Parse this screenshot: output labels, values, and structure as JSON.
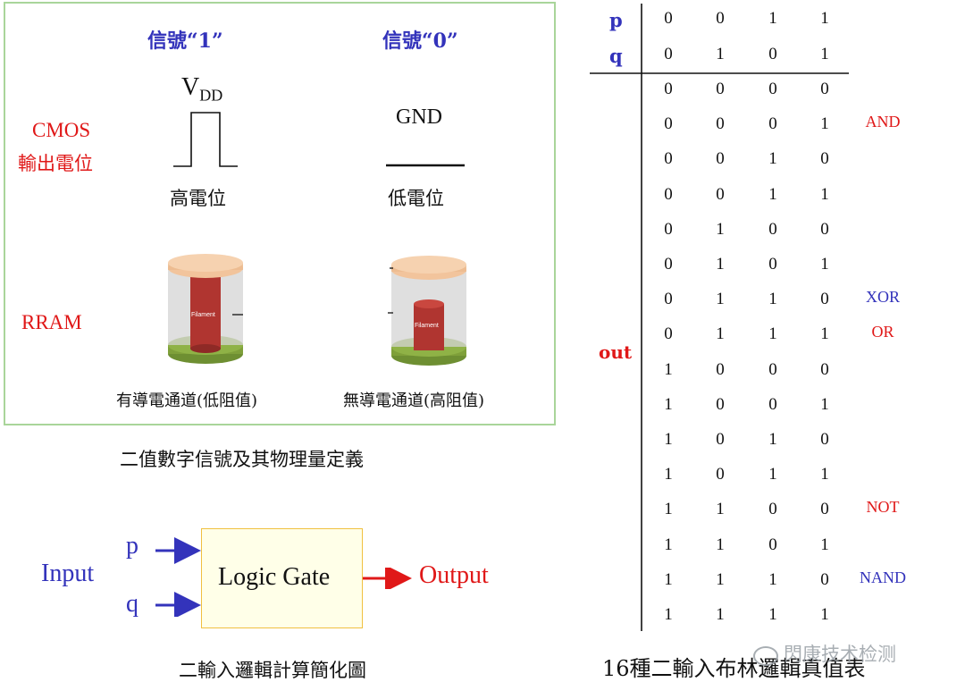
{
  "definition_panel": {
    "signal_high": "信號“1”",
    "signal_low": "信號“0”",
    "vdd": "V",
    "vdd_sub": "DD",
    "gnd": "GND",
    "cmos_line1": "CMOS",
    "cmos_line2": "輸出電位",
    "high_level": "高電位",
    "low_level": "低電位",
    "rram": "RRAM",
    "filament": "Filament",
    "rram_on": "有導電通道(低阻值)",
    "rram_off": "無導電通道(高阻值)",
    "colors": {
      "cap_top": "#f2c49c",
      "filament": "#b03530",
      "base": "#6e8f32",
      "border": "#a9d59a"
    }
  },
  "caption_definition": "二值數字信號及其物理量定義",
  "gate_diagram": {
    "input": "Input",
    "p": "p",
    "q": "q",
    "gate": "Logic Gate",
    "output": "Output"
  },
  "caption_gate": "二輸入邏輯計算簡化圖",
  "truth_table": {
    "p_label": "p",
    "q_label": "q",
    "out_label": "out",
    "p_values": [
      "0",
      "0",
      "1",
      "1"
    ],
    "q_values": [
      "0",
      "1",
      "0",
      "1"
    ],
    "rows": [
      {
        "bits": [
          "0",
          "0",
          "0",
          "0"
        ],
        "gate": ""
      },
      {
        "bits": [
          "0",
          "0",
          "0",
          "1"
        ],
        "gate": "AND",
        "gate_color": "red"
      },
      {
        "bits": [
          "0",
          "0",
          "1",
          "0"
        ],
        "gate": ""
      },
      {
        "bits": [
          "0",
          "0",
          "1",
          "1"
        ],
        "gate": ""
      },
      {
        "bits": [
          "0",
          "1",
          "0",
          "0"
        ],
        "gate": ""
      },
      {
        "bits": [
          "0",
          "1",
          "0",
          "1"
        ],
        "gate": ""
      },
      {
        "bits": [
          "0",
          "1",
          "1",
          "0"
        ],
        "gate": "XOR",
        "gate_color": "blue"
      },
      {
        "bits": [
          "0",
          "1",
          "1",
          "1"
        ],
        "gate": "OR",
        "gate_color": "red"
      },
      {
        "bits": [
          "1",
          "0",
          "0",
          "0"
        ],
        "gate": ""
      },
      {
        "bits": [
          "1",
          "0",
          "0",
          "1"
        ],
        "gate": ""
      },
      {
        "bits": [
          "1",
          "0",
          "1",
          "0"
        ],
        "gate": ""
      },
      {
        "bits": [
          "1",
          "0",
          "1",
          "1"
        ],
        "gate": ""
      },
      {
        "bits": [
          "1",
          "1",
          "0",
          "0"
        ],
        "gate": "NOT",
        "gate_color": "red"
      },
      {
        "bits": [
          "1",
          "1",
          "0",
          "1"
        ],
        "gate": ""
      },
      {
        "bits": [
          "1",
          "1",
          "1",
          "0"
        ],
        "gate": "NAND",
        "gate_color": "blue"
      },
      {
        "bits": [
          "1",
          "1",
          "1",
          "1"
        ],
        "gate": ""
      }
    ]
  },
  "caption_table": "16種二輸入布林邏輯真值表",
  "watermark": "閃康技术检测"
}
